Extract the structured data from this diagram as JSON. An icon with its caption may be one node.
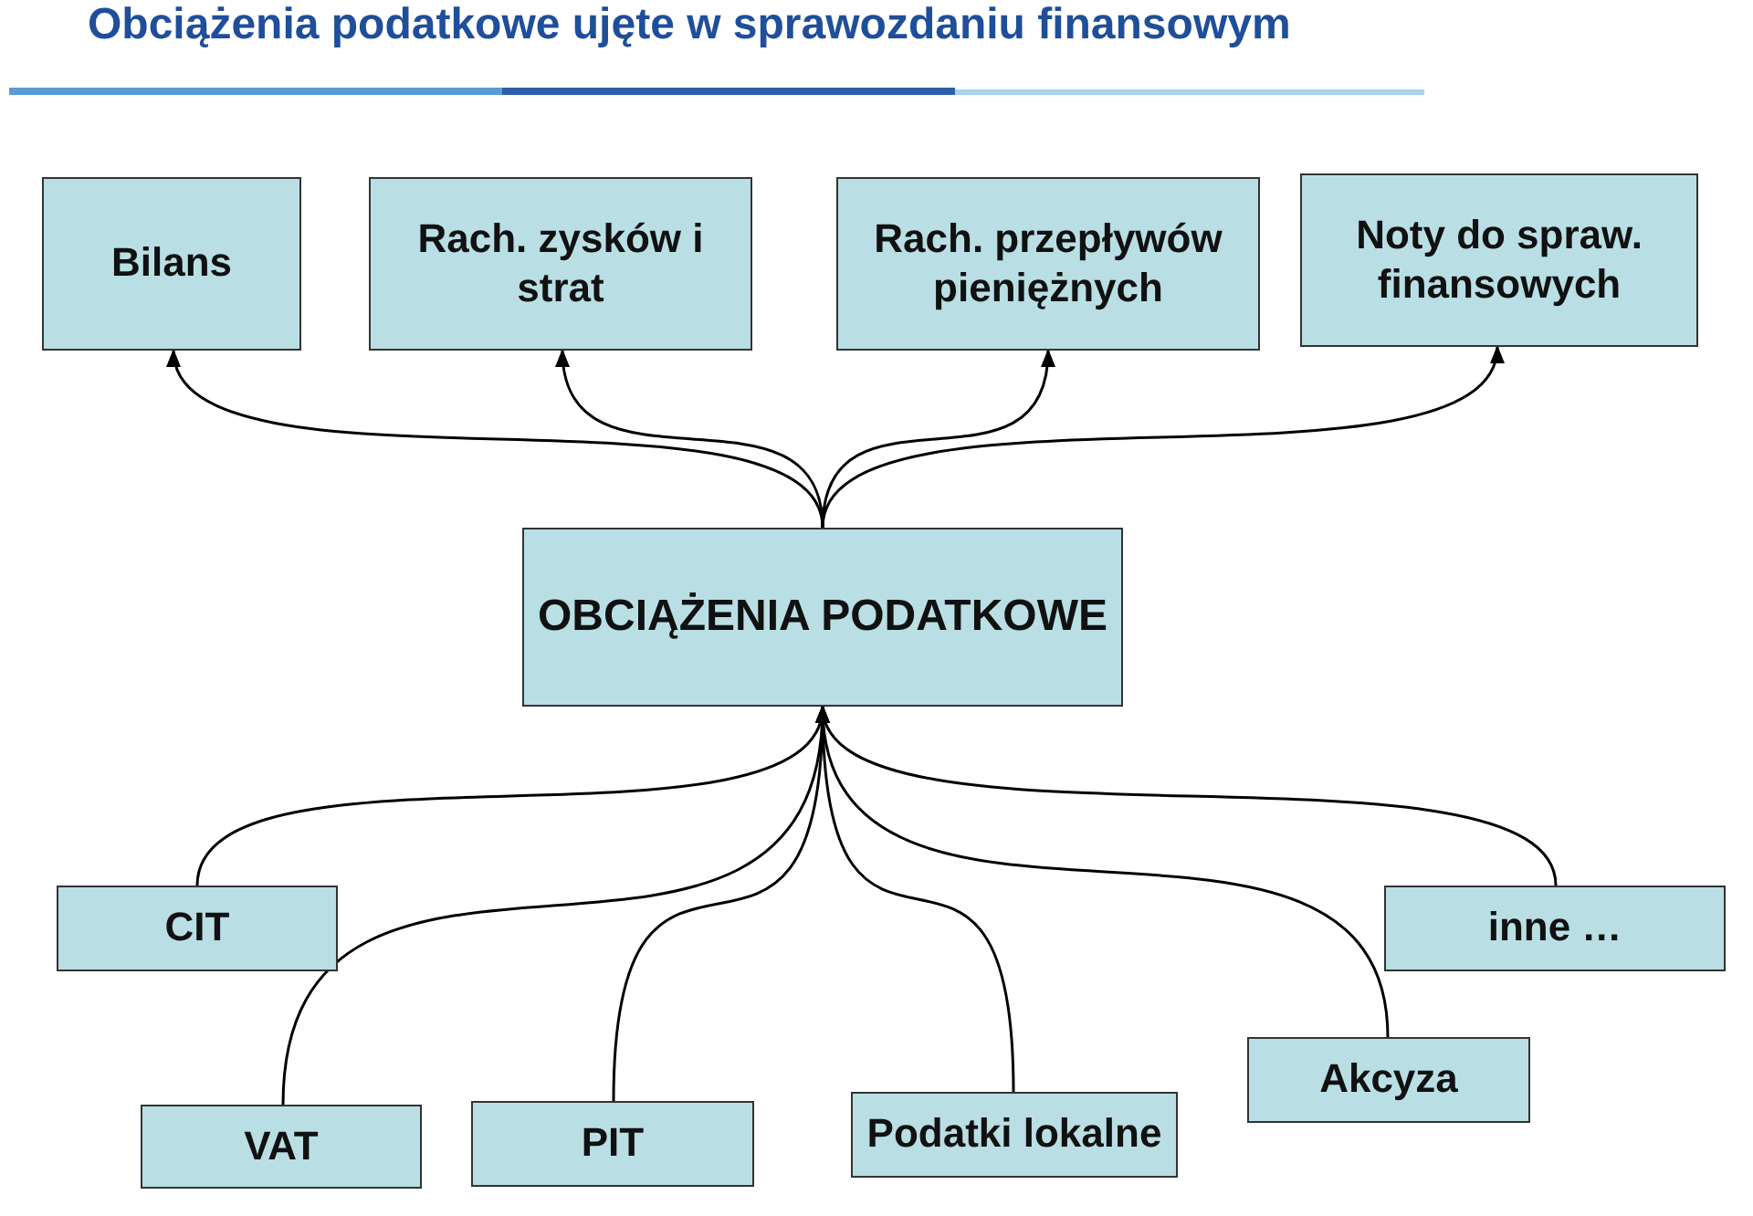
{
  "diagram": {
    "title": "Obciążenia podatkowe ujęte w sprawozdaniu finansowym",
    "nodes": [
      {
        "text": [
          "Bilans"
        ]
      },
      {
        "text": [
          "Rach. zysków i strat"
        ]
      },
      {
        "text": [
          "Rach. przepływów pieniężnych"
        ]
      },
      {
        "text": [
          "Noty do spraw. finansowych"
        ]
      },
      {
        "text": [
          "OBCIĄŻENIA PODATKOWE"
        ]
      },
      {
        "text": [
          "CIT"
        ]
      },
      {
        "text": [
          "inne …"
        ]
      },
      {
        "text": [
          "Akcyza"
        ]
      },
      {
        "text": [
          "VAT"
        ]
      },
      {
        "text": [
          "PIT"
        ]
      },
      {
        "text": [
          "Podatki lokalne"
        ]
      }
    ],
    "edges": [
      {
        "from": 4,
        "to": 0,
        "arrow": "to"
      },
      {
        "from": 4,
        "to": 1,
        "arrow": "to"
      },
      {
        "from": 4,
        "to": 2,
        "arrow": "to"
      },
      {
        "from": 4,
        "to": 3,
        "arrow": "to"
      },
      {
        "from": 5,
        "to": 4,
        "arrow": "to"
      },
      {
        "from": 8,
        "to": 4,
        "arrow": "to"
      },
      {
        "from": 9,
        "to": 4,
        "arrow": "to"
      },
      {
        "from": 10,
        "to": 4,
        "arrow": "to"
      },
      {
        "from": 7,
        "to": 4,
        "arrow": "to"
      },
      {
        "from": 6,
        "to": 4,
        "arrow": "to"
      }
    ]
  }
}
